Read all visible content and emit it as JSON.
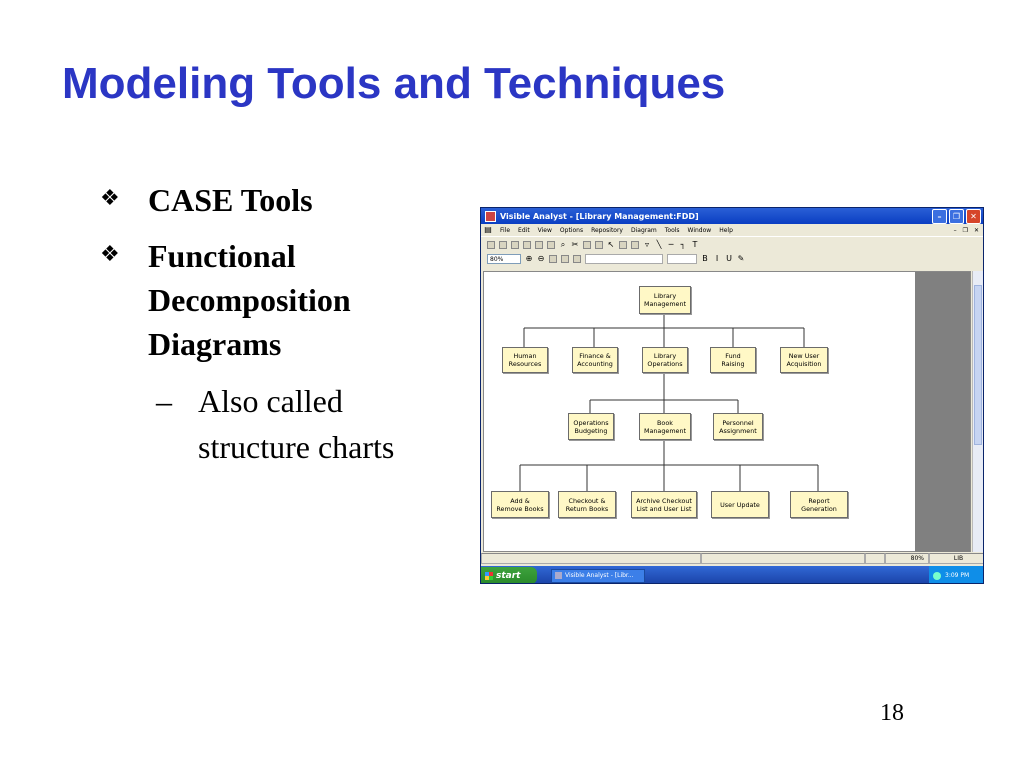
{
  "slide": {
    "title": "Modeling Tools and Techniques",
    "bullets": [
      {
        "icon": "diamond-bullet-icon",
        "text": "CASE Tools"
      },
      {
        "icon": "diamond-bullet-icon",
        "text": "Functional Decomposition Diagrams"
      }
    ],
    "sub_bullet": {
      "dash": "–",
      "text": "Also called structure charts"
    },
    "page_number": "18"
  },
  "window": {
    "title": "Visible Analyst - [Library Management:FDD]",
    "menu": [
      "File",
      "Edit",
      "View",
      "Options",
      "Repository",
      "Diagram",
      "Tools",
      "Window",
      "Help"
    ],
    "zoom": "80%",
    "title_buttons": [
      "–",
      "❐",
      "✕"
    ],
    "status": {
      "zoom": "80%",
      "lib": "LIB"
    }
  },
  "diagram": {
    "root": "Library\nManagement",
    "level1": [
      "Human\nResources",
      "Finance &\nAccounting",
      "Library\nOperations",
      "Fund\nRaising",
      "New User\nAcquisition"
    ],
    "level2": [
      "Operations\nBudgeting",
      "Book\nManagement",
      "Personnel\nAssignment"
    ],
    "level3": [
      "Add &\nRemove Books",
      "Checkout &\nReturn Books",
      "Archive Checkout\nList and User List",
      "User Update",
      "Report\nGeneration"
    ]
  },
  "taskbar": {
    "start": "start",
    "task": "Visible Analyst - [Libr...",
    "time": "3:09 PM"
  },
  "colors": {
    "title": "#2b36c4",
    "node_fill": "#fff8c6",
    "xp_blue": "#0a3ec2"
  }
}
